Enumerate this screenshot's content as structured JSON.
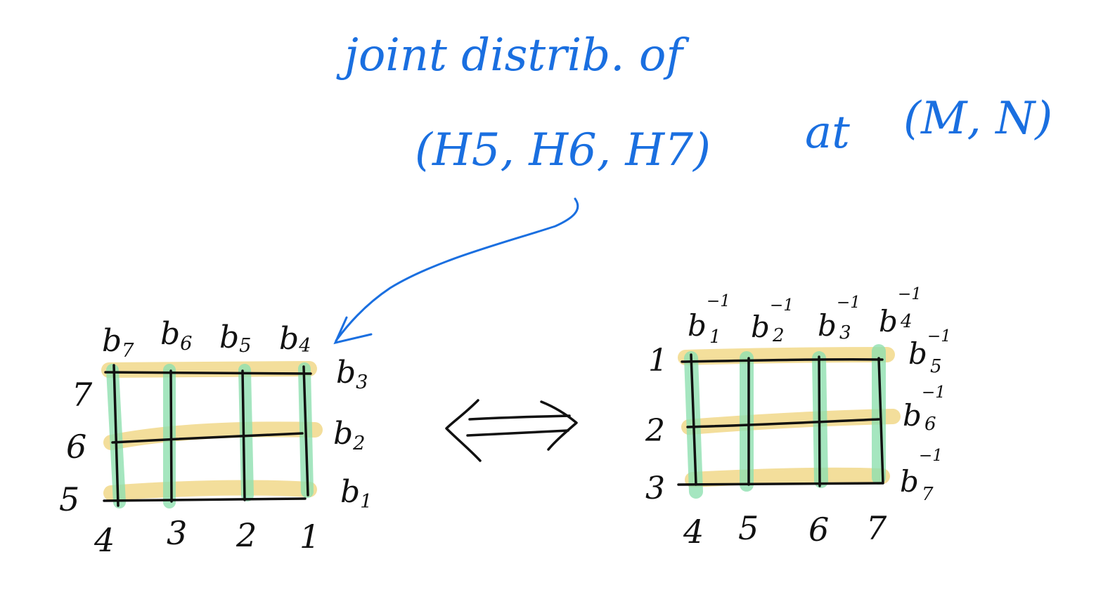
{
  "annotation": {
    "line1": "joint distrib. of",
    "line2_paren": "(H5, H6, H7)",
    "line2_at": "at",
    "line2_mn": "(M, N)",
    "color": "#1a6fe0"
  },
  "equivalence_symbol": "⟺",
  "colors": {
    "ink": "#111111",
    "yellow_highlight": "#f2d98a",
    "green_highlight": "#8fe0b0"
  },
  "left_grid": {
    "top_labels": [
      {
        "base": "b",
        "sub": "7"
      },
      {
        "base": "b",
        "sub": "6"
      },
      {
        "base": "b",
        "sub": "5"
      },
      {
        "base": "b",
        "sub": "4"
      }
    ],
    "right_labels": [
      {
        "base": "b",
        "sub": "3"
      },
      {
        "base": "b",
        "sub": "2"
      },
      {
        "base": "b",
        "sub": "1"
      }
    ],
    "row_labels": [
      "7",
      "6",
      "5"
    ],
    "col_labels": [
      "4",
      "3",
      "2",
      "1"
    ]
  },
  "right_grid": {
    "top_labels": [
      {
        "base": "b",
        "sub": "1",
        "sup": "−1"
      },
      {
        "base": "b",
        "sub": "2",
        "sup": "−1"
      },
      {
        "base": "b",
        "sub": "3",
        "sup": "−1"
      },
      {
        "base": "b",
        "sub": "4",
        "sup": "−1"
      }
    ],
    "right_labels": [
      {
        "base": "b",
        "sub": "5",
        "sup": "−1"
      },
      {
        "base": "b",
        "sub": "6",
        "sup": "−1"
      },
      {
        "base": "b",
        "sub": "7",
        "sup": "−1"
      }
    ],
    "row_labels": [
      "1",
      "2",
      "3"
    ],
    "col_labels": [
      "4",
      "5",
      "6",
      "7"
    ]
  }
}
